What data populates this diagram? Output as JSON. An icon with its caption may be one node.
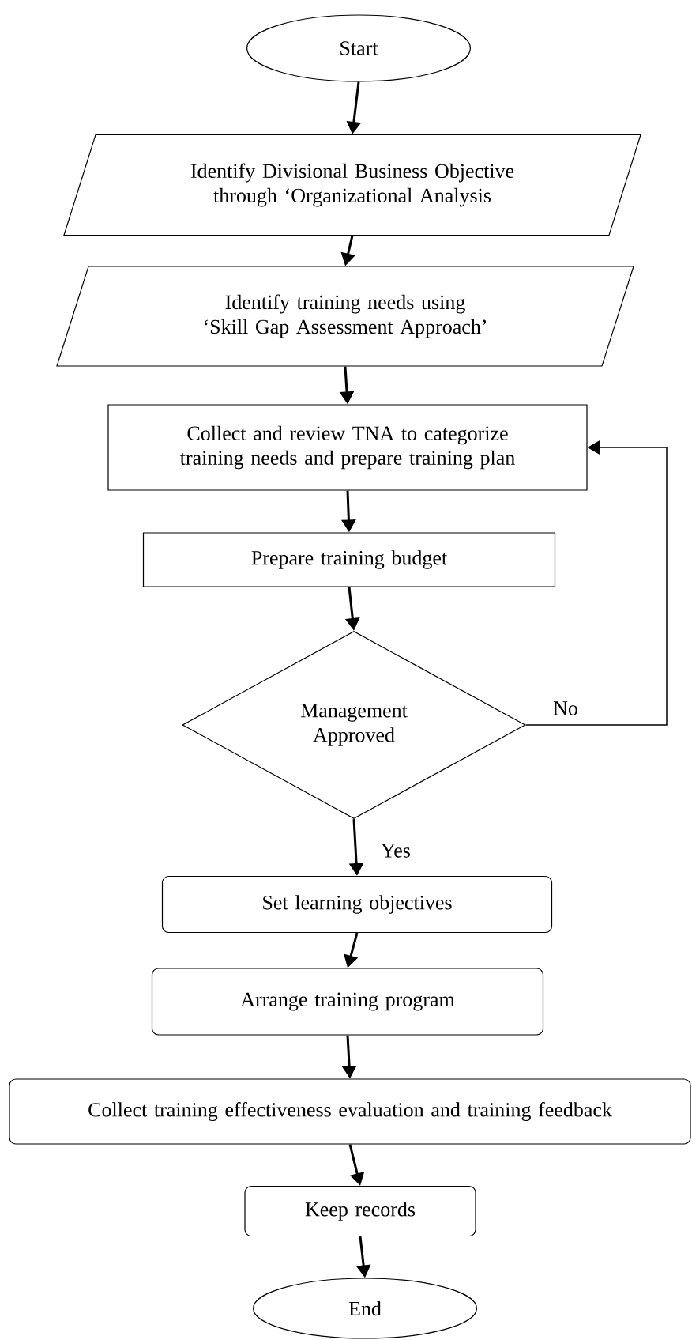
{
  "diagram": {
    "nodes": [
      {
        "text": [
          "Start"
        ]
      },
      {
        "text": [
          "Identify Divisional Business Objective through ‘Organizational Analysis"
        ]
      },
      {
        "text": [
          "Identify training needs using ‘Skill Gap Assessment Approach’"
        ]
      },
      {
        "text": [
          "Collect and review TNA to categorize training needs and prepare training plan"
        ]
      },
      {
        "text": [
          "Prepare training budget"
        ]
      },
      {
        "text": [
          "Management Approved"
        ]
      },
      {
        "text": [
          "Set learning objectives"
        ]
      },
      {
        "text": [
          "Arrange training program"
        ]
      },
      {
        "text": [
          "Collect training effectiveness evaluation and training feedback"
        ]
      },
      {
        "text": [
          "Keep records"
        ]
      },
      {
        "text": [
          "End"
        ]
      }
    ],
    "edges": [
      {
        "from": 0,
        "to": 1,
        "arrow": "to"
      },
      {
        "from": 1,
        "to": 2,
        "arrow": "to"
      },
      {
        "from": 2,
        "to": 3,
        "arrow": "to"
      },
      {
        "from": 3,
        "to": 4,
        "arrow": "to"
      },
      {
        "from": 4,
        "to": 5,
        "arrow": "to"
      },
      {
        "from": 5,
        "to": 6,
        "arrow": "to",
        "label": "Yes"
      },
      {
        "from": 6,
        "to": 7,
        "arrow": "to"
      },
      {
        "from": 7,
        "to": 8,
        "arrow": "to"
      },
      {
        "from": 8,
        "to": 9,
        "arrow": "to"
      },
      {
        "from": 9,
        "to": 10,
        "arrow": "to"
      },
      {
        "from": 5,
        "to": 3,
        "arrow": "to",
        "label": "No"
      }
    ]
  }
}
